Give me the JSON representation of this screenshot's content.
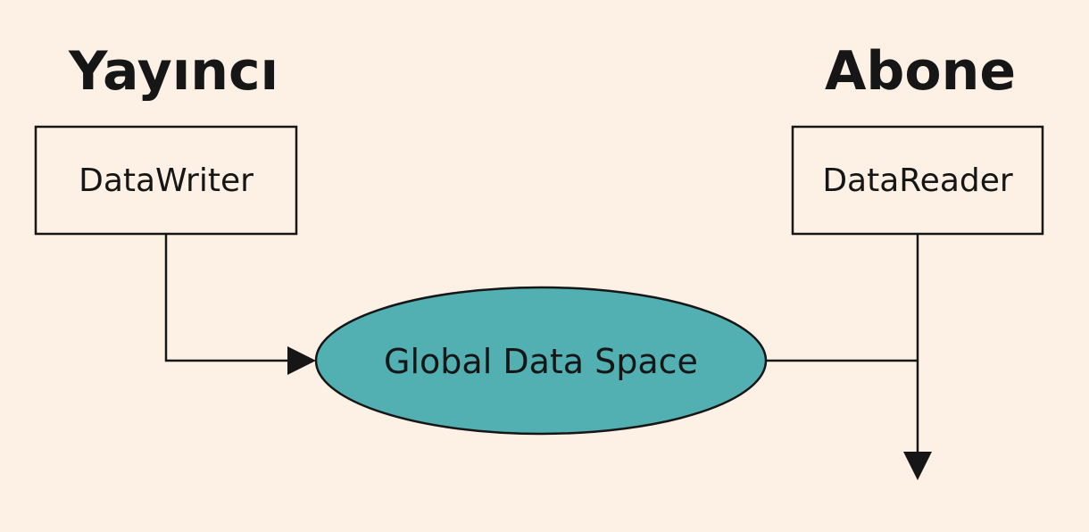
{
  "publisher": {
    "title": "Yayıncı",
    "component": "DataWriter"
  },
  "subscriber": {
    "title": "Abone",
    "component": "DataReader"
  },
  "data_space": {
    "label": "Global Data Space"
  },
  "colors": {
    "background": "#fdf1e6",
    "ellipse_fill": "#52b0b2",
    "stroke": "#161616",
    "box_fill": "#fdf1e6"
  }
}
